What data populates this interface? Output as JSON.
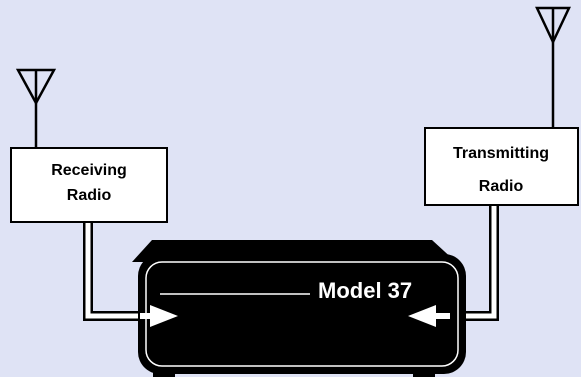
{
  "diagram": {
    "receiving_radio": {
      "line1": "Receiving",
      "line2": "Radio"
    },
    "transmitting_radio": {
      "line1": "Transmitting",
      "line2": "Radio"
    },
    "device": {
      "model_label": "Model 37"
    }
  },
  "colors": {
    "background": "#dfe3f5",
    "box_fill": "#ffffff",
    "outline": "#000000",
    "device_body": "#000000",
    "device_text": "#ffffff"
  }
}
